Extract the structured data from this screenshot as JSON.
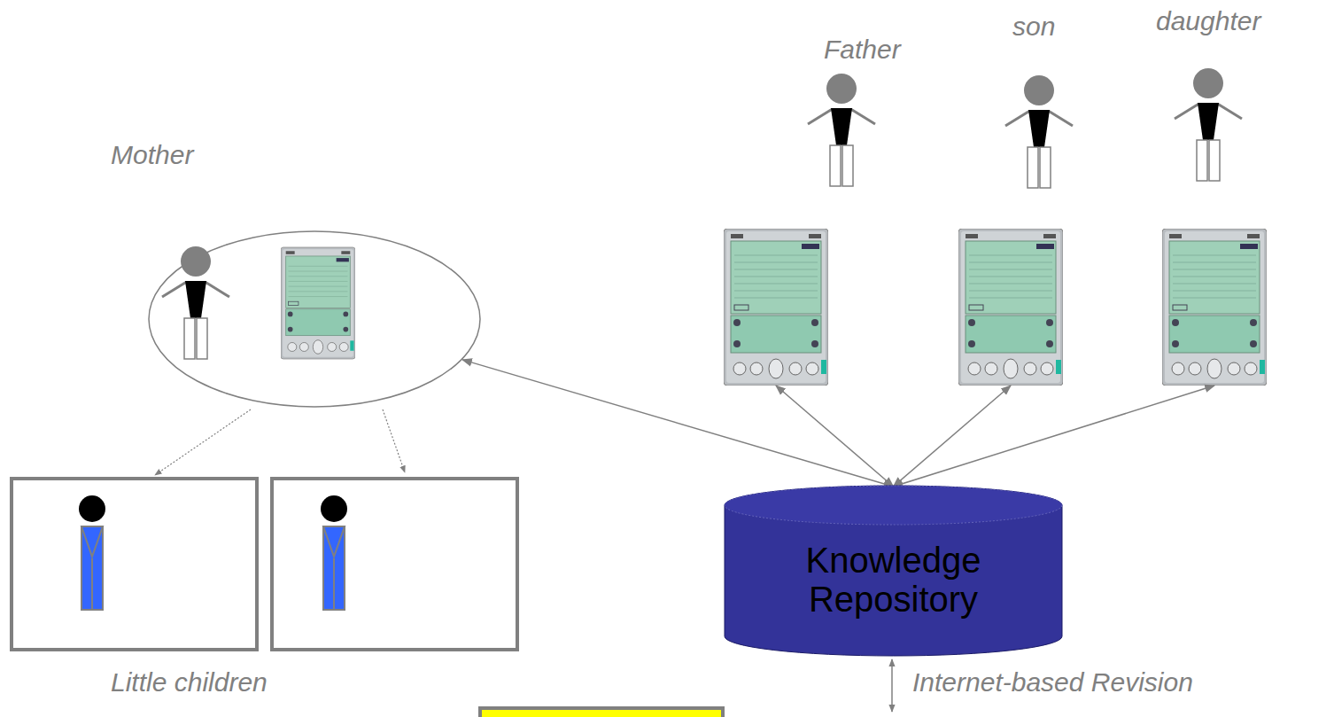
{
  "diagram": {
    "nodes": [
      {
        "text": [
          "Mother"
        ]
      },
      {
        "text": [
          "Father"
        ]
      },
      {
        "text": [
          "son"
        ]
      },
      {
        "text": [
          "daughter"
        ]
      },
      {
        "text": [
          "Knowledge Repository"
        ]
      }
    ],
    "edges": [
      {
        "from": 1,
        "to": 4,
        "arrow": "both"
      },
      {
        "from": 2,
        "to": 4,
        "arrow": "both"
      },
      {
        "from": 3,
        "to": 4,
        "arrow": "both"
      },
      {
        "from": 4,
        "to": 0,
        "arrow": "both"
      }
    ],
    "labels": [
      "Little children",
      "Internet-based Revision"
    ]
  }
}
